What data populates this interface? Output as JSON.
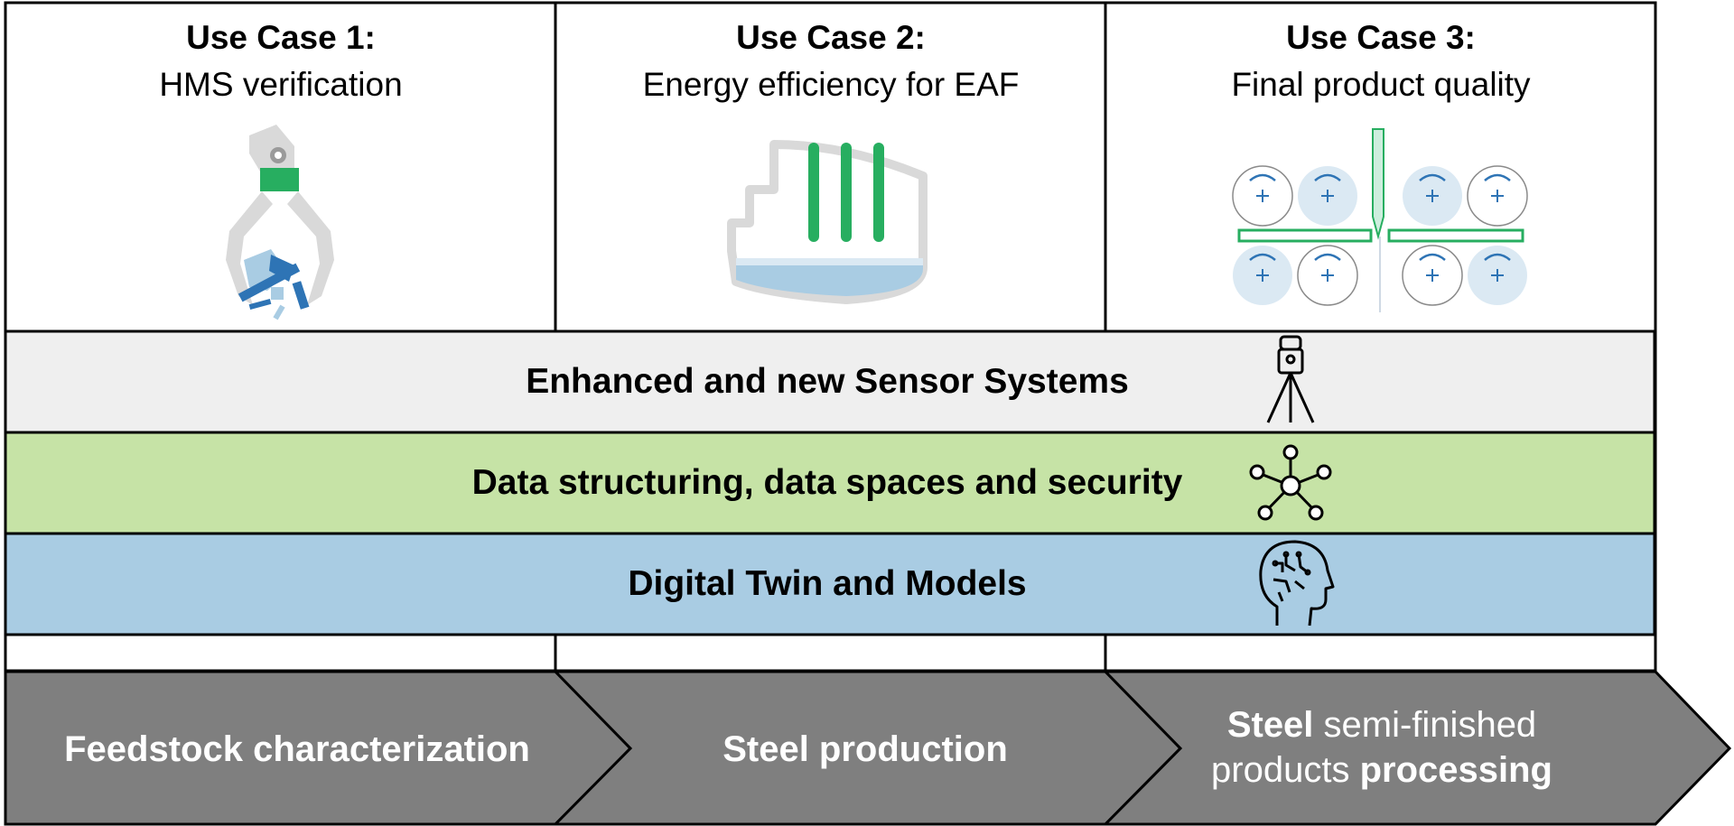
{
  "use_cases": [
    {
      "title": "Use Case 1:",
      "subtitle": "HMS verification",
      "icon": "scrap-grabber-icon"
    },
    {
      "title": "Use Case 2:",
      "subtitle": "Energy efficiency for EAF",
      "icon": "electric-arc-furnace-icon"
    },
    {
      "title": "Use Case 3:",
      "subtitle": "Final product quality",
      "icon": "rolling-mill-icon"
    }
  ],
  "bands": [
    {
      "label": "Enhanced and new Sensor Systems",
      "icon": "tripod-sensor-icon",
      "color": "#efefef"
    },
    {
      "label": "Data structuring, data spaces and security",
      "icon": "network-nodes-icon",
      "color": "#c6e3a6"
    },
    {
      "label": "Digital Twin and Models",
      "icon": "brain-head-icon",
      "color": "#a9cce3"
    }
  ],
  "stages": [
    {
      "label": "Feedstock characterization"
    },
    {
      "label": "Steel production"
    },
    {
      "bold1": "Steel",
      "plain1": " semi-finished",
      "plain2": "products ",
      "bold2": "processing"
    }
  ],
  "colors": {
    "accent_green": "#27ae60",
    "accent_blue": "#2e74b5",
    "light_blue": "#a9cce3",
    "stage_gray": "#7f7f7f",
    "icon_gray": "#d9d9d9"
  }
}
